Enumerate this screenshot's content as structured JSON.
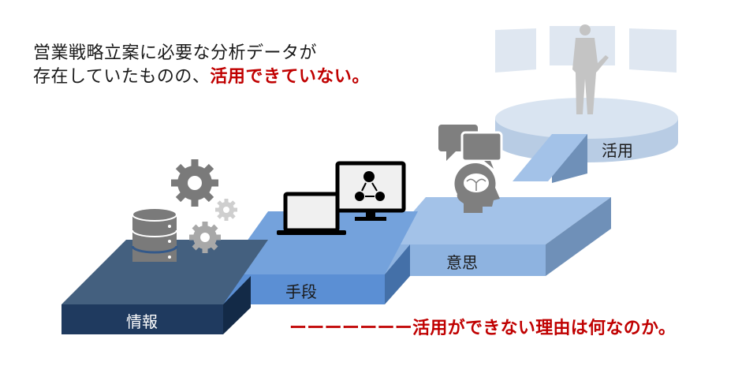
{
  "headline": {
    "line1": "営業戦略立案に必要な分析データが",
    "line2_plain": "存在していたものの、",
    "line2_emphasis": "活用できていない。"
  },
  "conclusion": "ーーーーーーー活用ができない理由は何なのか。",
  "steps": [
    {
      "label": "情報",
      "icon": "database-gears-icon",
      "color": "#1f3a5f"
    },
    {
      "label": "手段",
      "icon": "laptop-monitor-network-icon",
      "color": "#5b8fd4"
    },
    {
      "label": "意思",
      "icon": "head-brain-speech-icon",
      "color": "#8eb3e0"
    },
    {
      "label": "活用",
      "icon": "presenter-on-stage-icon",
      "color": "#c5d6ea"
    }
  ],
  "colors": {
    "emphasis": "#c00000",
    "info_front": "#1f3a5f",
    "info_top": "#44607f",
    "means_front": "#5b8fd4",
    "means_top": "#74a2dc",
    "intent_front": "#8eb3e0",
    "intent_top": "#a3c2e8",
    "use_disc": "#d5e1ee"
  }
}
